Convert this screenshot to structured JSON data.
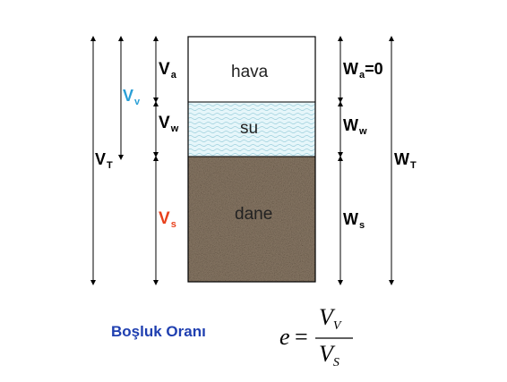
{
  "phases": {
    "air": "hava",
    "water": "su",
    "solid": "dane"
  },
  "volume_labels": {
    "V_a": {
      "main": "V",
      "sub": "a"
    },
    "V_w": {
      "main": "V",
      "sub": "w"
    },
    "V_s": {
      "main": "V",
      "sub": "s"
    },
    "V_v": {
      "main": "V",
      "sub": "v"
    },
    "V_T": {
      "main": "V",
      "sub": "T"
    }
  },
  "weight_labels": {
    "W_a": {
      "main": "W",
      "sub": "a",
      "suffix": "=0"
    },
    "W_w": {
      "main": "W",
      "sub": "w"
    },
    "W_s": {
      "main": "W",
      "sub": "s"
    },
    "W_T": {
      "main": "W",
      "sub": "T"
    }
  },
  "formula": {
    "title": "Boşluk Oranı",
    "lhs": "e",
    "equals": "=",
    "numerator": {
      "main": "V",
      "sub": "V"
    },
    "denominator": {
      "main": "V",
      "sub": "S"
    }
  },
  "colors": {
    "V_v": "#2a9fd6",
    "V_s": "#e8401c",
    "title": "#1f3fb0",
    "solid_fill": "#8a7a68",
    "water_fill": "#e6f6fa"
  }
}
